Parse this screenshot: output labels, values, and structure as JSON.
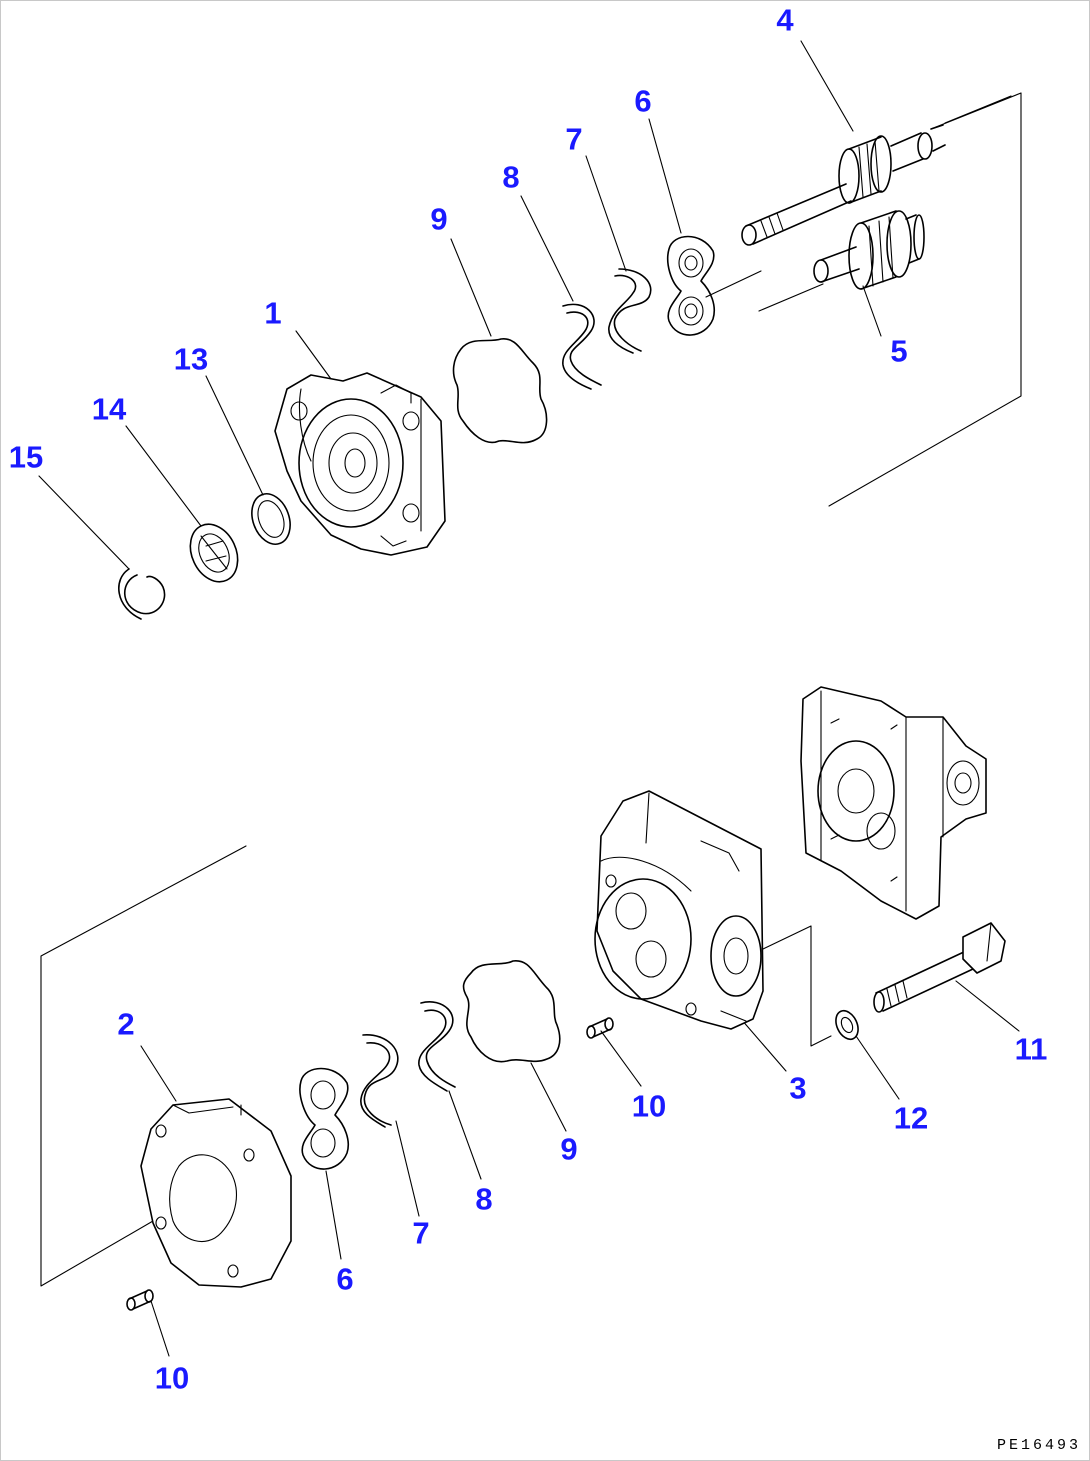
{
  "colors": {
    "callout": "#1a1aff",
    "linework": "#000000",
    "background": "#ffffff"
  },
  "callouts": {
    "c1": "1",
    "c2": "2",
    "c3": "3",
    "c4": "4",
    "c5": "5",
    "c6_top": "6",
    "c6_bottom": "6",
    "c7_top": "7",
    "c7_bottom": "7",
    "c8_top": "8",
    "c8_bottom": "8",
    "c9_top": "9",
    "c9_bottom": "9",
    "c10_mid": "10",
    "c10_bottom": "10",
    "c11": "11",
    "c12": "12",
    "c13": "13",
    "c14": "14",
    "c15": "15"
  },
  "drawing_code": "PE16493"
}
